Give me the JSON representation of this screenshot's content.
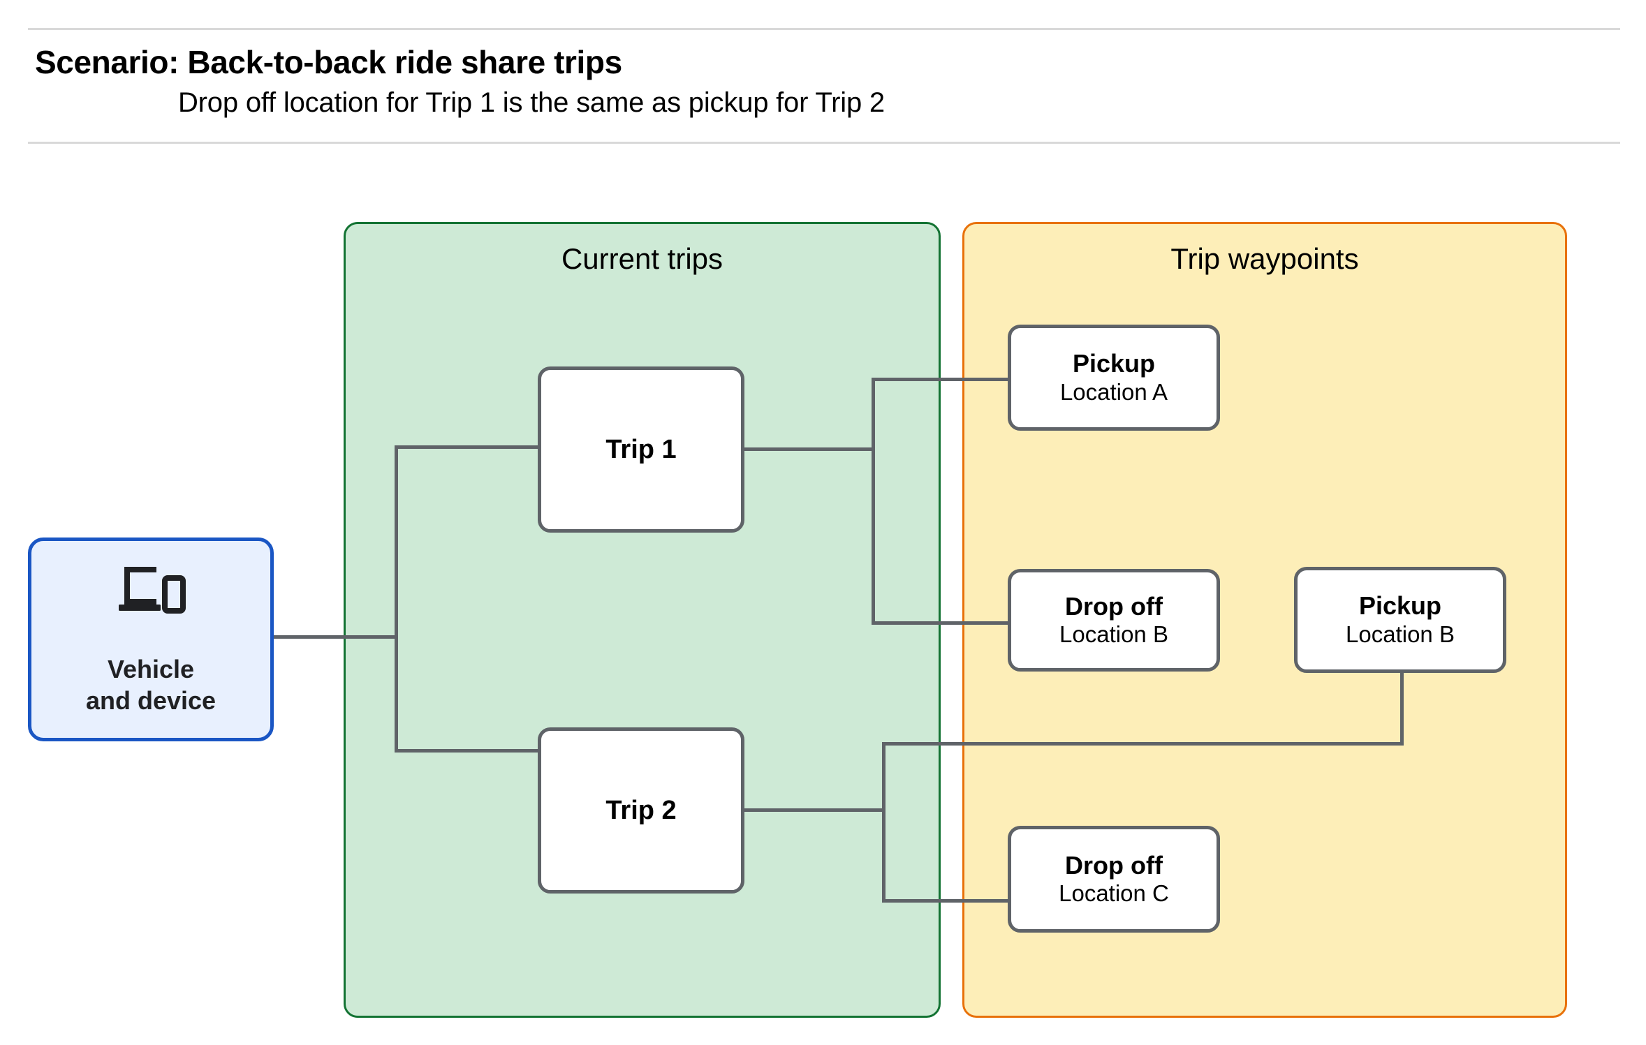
{
  "header": {
    "title": "Scenario: Back-to-back ride share trips",
    "subtitle": "Drop off  location for Trip 1 is the same as pickup for Trip 2"
  },
  "groups": {
    "current_trips": {
      "title": "Current trips",
      "fill": "#ceead6",
      "border": "#137333"
    },
    "trip_waypoints": {
      "title": "Trip waypoints",
      "fill": "#fdeeb8",
      "border": "#e8710a"
    }
  },
  "vehicle": {
    "label": "Vehicle\nand device",
    "icon": "devices-icon",
    "fill": "#e8f0fe",
    "border": "#1a56c4"
  },
  "trips": [
    {
      "label": "Trip 1"
    },
    {
      "label": "Trip 2"
    }
  ],
  "waypoints": [
    {
      "type": "Pickup",
      "location": "Location A"
    },
    {
      "type": "Drop off",
      "location": "Location B"
    },
    {
      "type": "Pickup",
      "location": "Location B"
    },
    {
      "type": "Drop off",
      "location": "Location C"
    }
  ],
  "connector_color": "#5f6368"
}
